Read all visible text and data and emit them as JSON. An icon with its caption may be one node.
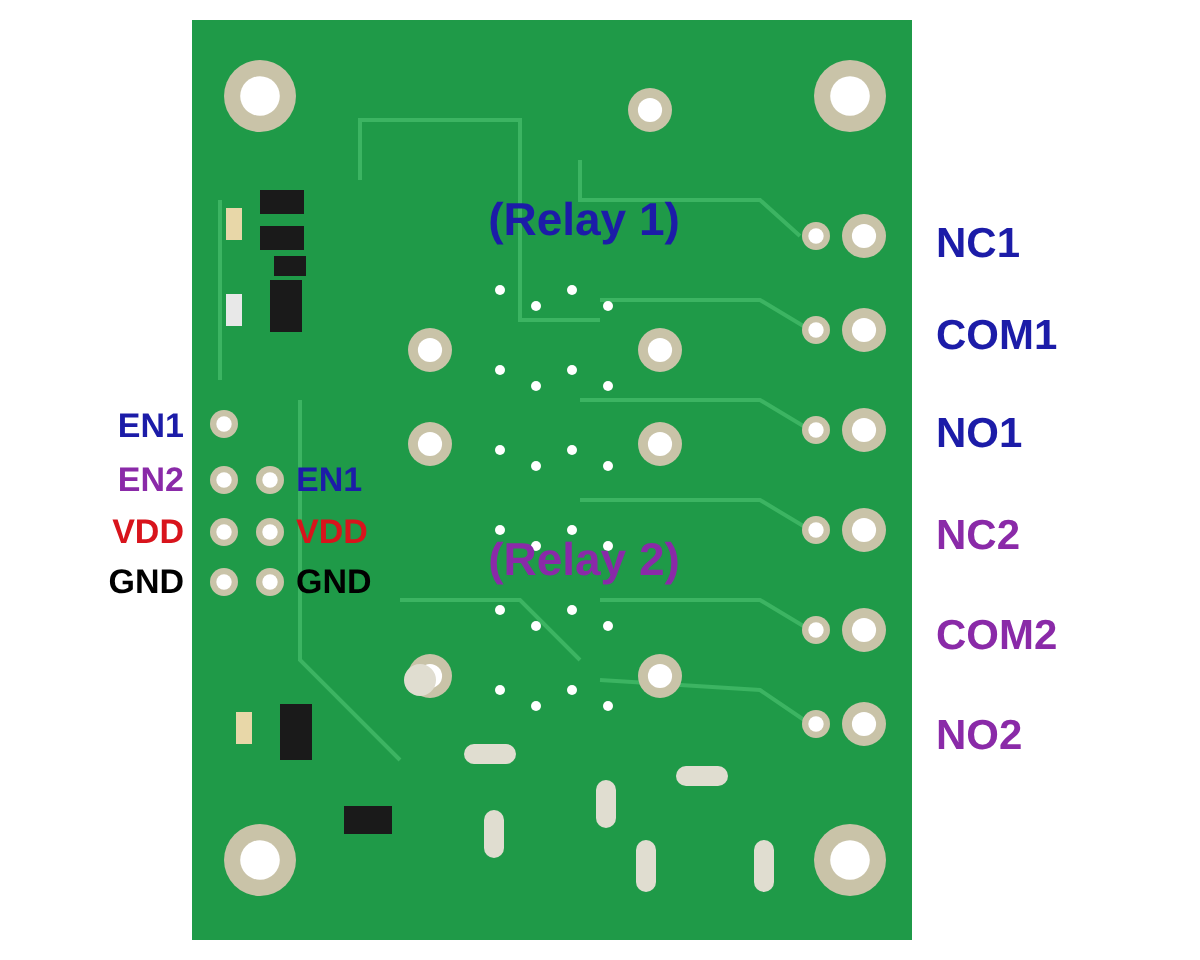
{
  "diagram": {
    "labels": [
      "(Relay 1)",
      "NC1",
      "COM1",
      "EN1",
      "NO1",
      "EN2",
      "EN1",
      "VDD",
      "VDD",
      "NC2",
      "(Relay 2)",
      "GND",
      "GND",
      "COM2",
      "NO2"
    ]
  }
}
